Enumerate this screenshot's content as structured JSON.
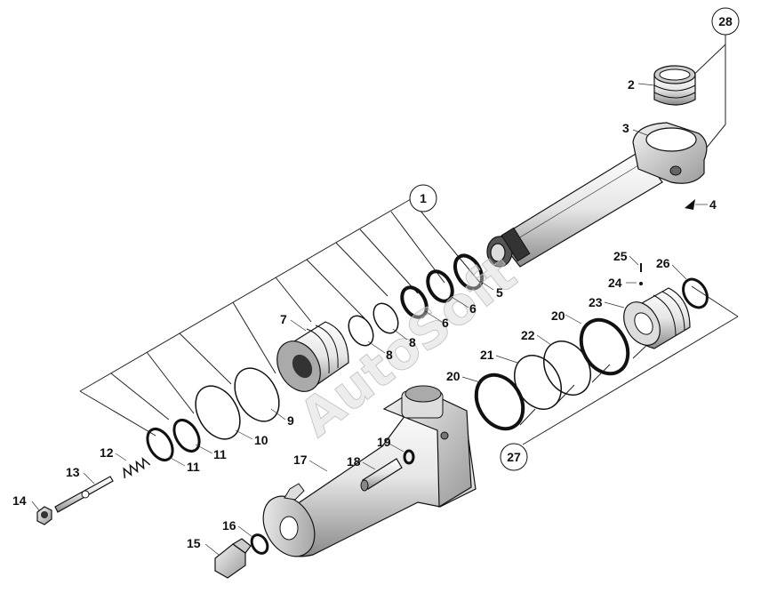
{
  "watermark": "AutoSoft",
  "callouts": {
    "c1": "1",
    "c2": "2",
    "c3": "3",
    "c4": "4",
    "c5": "5",
    "c6a": "6",
    "c6b": "6",
    "c7": "7",
    "c8a": "8",
    "c8b": "8",
    "c9": "9",
    "c10": "10",
    "c11a": "11",
    "c11b": "11",
    "c12": "12",
    "c13": "13",
    "c14": "14",
    "c15": "15",
    "c16": "16",
    "c17": "17",
    "c18": "18",
    "c19": "19",
    "c20a": "20",
    "c20b": "20",
    "c21": "21",
    "c22": "22",
    "c23": "23",
    "c24": "24",
    "c25": "25",
    "c26": "26",
    "c27": "27",
    "c28": "28"
  }
}
